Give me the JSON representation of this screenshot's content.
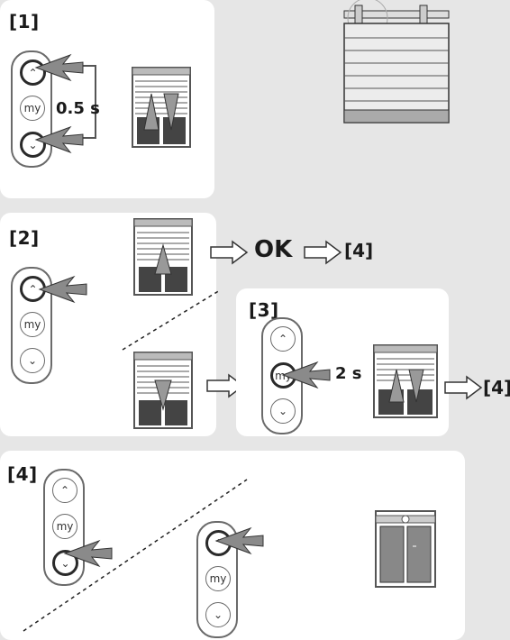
{
  "steps": {
    "s1": "[1]",
    "s2": "[2]",
    "s3": "[3]",
    "s4": "[4]"
  },
  "labels": {
    "time_short": "0.5 s",
    "ok": "OK",
    "goto4_a": "[4]",
    "time_long": "2 s",
    "goto4_b": "[4]"
  },
  "remote": {
    "up_glyph": "⌃",
    "my_label": "my",
    "down_glyph": "⌄"
  },
  "colors": {
    "background": "#e6e6e6",
    "panel": "#ffffff",
    "outline": "#6a6a6a",
    "arrow_fill": "#8a8a8a"
  }
}
